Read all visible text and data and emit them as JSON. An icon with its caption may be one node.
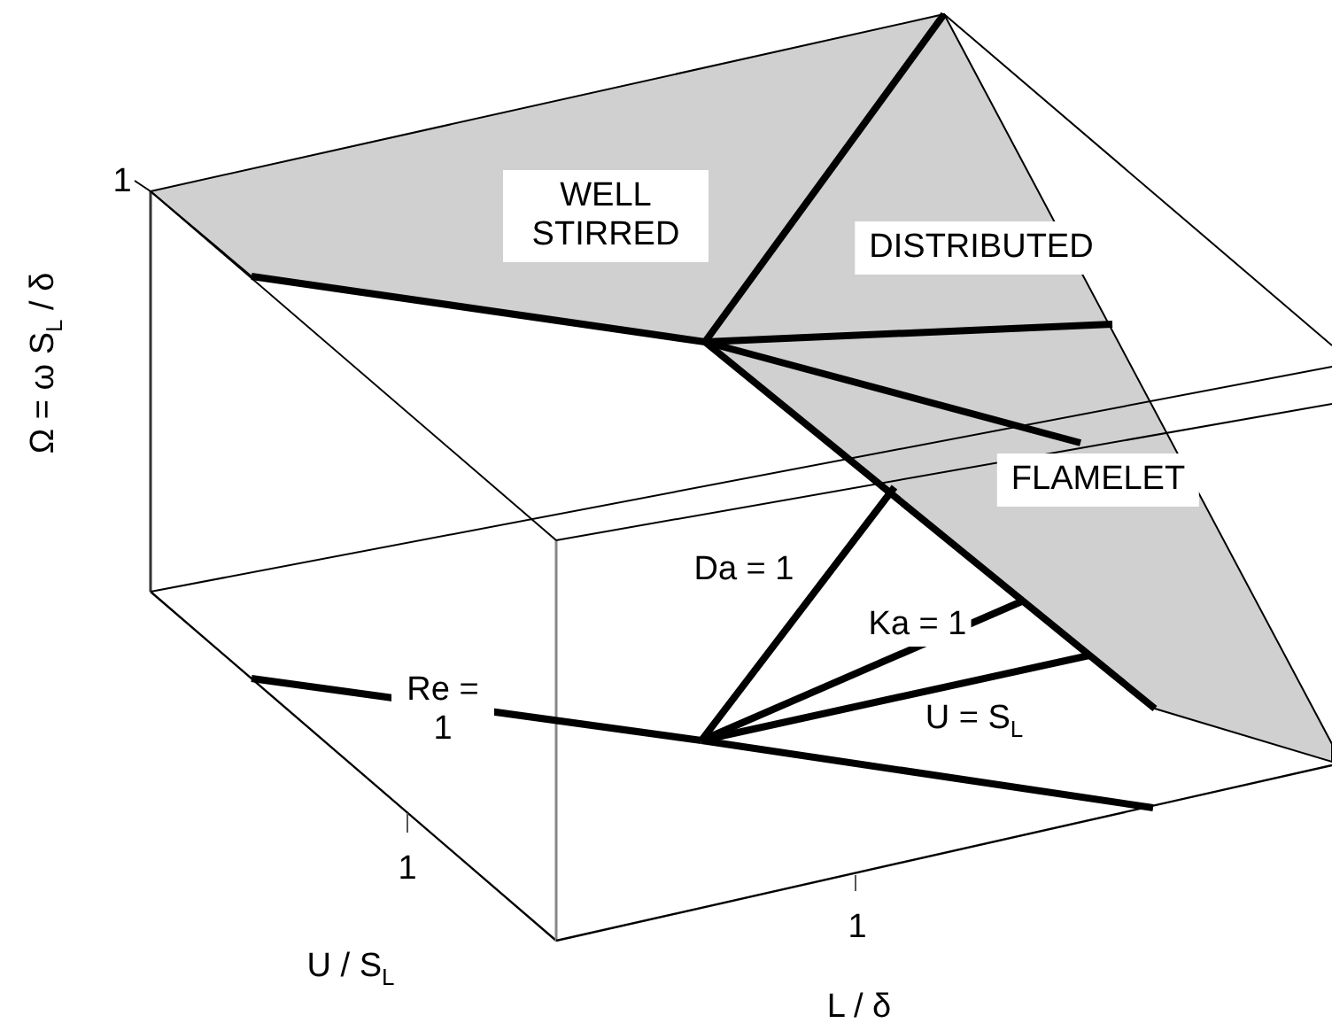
{
  "diagram": {
    "labels": [
      "1",
      "WELL STIRRED",
      "DISTRIBUTED",
      "Ω = ω S$_{L}$ / δ",
      "FLAMELET",
      "Da = 1",
      "Ka = 1",
      "Re = 1",
      "U = S$_{L}$",
      "1",
      "1",
      "U / S$_{L}$",
      "L / δ"
    ]
  }
}
